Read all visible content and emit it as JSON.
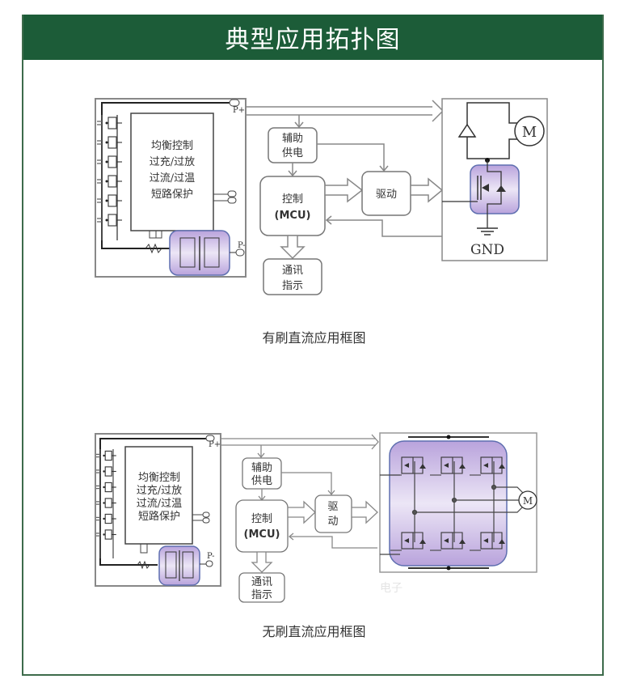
{
  "header": {
    "title": "典型应用拓扑图"
  },
  "colors": {
    "header_bg": "#1c5c38",
    "frame_border": "#3d6b4b",
    "mosfet_highlight": "#c9b6e4"
  },
  "diagrams": [
    {
      "id": "brushed",
      "caption": "有刷直流应用框图",
      "bms_block": {
        "lines": [
          "均衡控制",
          "过充/过放",
          "过流/过温",
          "短路保护"
        ]
      },
      "aux_power": {
        "lines": [
          "辅助",
          "供电"
        ]
      },
      "mcu": {
        "lines": [
          "控制",
          "(MCU)"
        ]
      },
      "driver": {
        "lines": [
          "驱动"
        ]
      },
      "comm": {
        "lines": [
          "通讯",
          "指示"
        ]
      },
      "motor_label": "M",
      "ground_label": "GND",
      "terminal_pos": "P+",
      "terminal_neg": "P-"
    },
    {
      "id": "brushless",
      "caption": "无刷直流应用框图",
      "bms_block": {
        "lines": [
          "均衡控制",
          "过充/过放",
          "过流/过温",
          "短路保护"
        ]
      },
      "aux_power": {
        "lines": [
          "辅助",
          "供电"
        ]
      },
      "mcu": {
        "lines": [
          "控制",
          "(MCU)"
        ]
      },
      "driver": {
        "lines": [
          "驱",
          "动"
        ]
      },
      "comm": {
        "lines": [
          "通讯",
          "指示"
        ]
      },
      "motor_label": "M",
      "terminal_pos": "P+",
      "terminal_neg": "P-",
      "watermark": "电子"
    }
  ]
}
